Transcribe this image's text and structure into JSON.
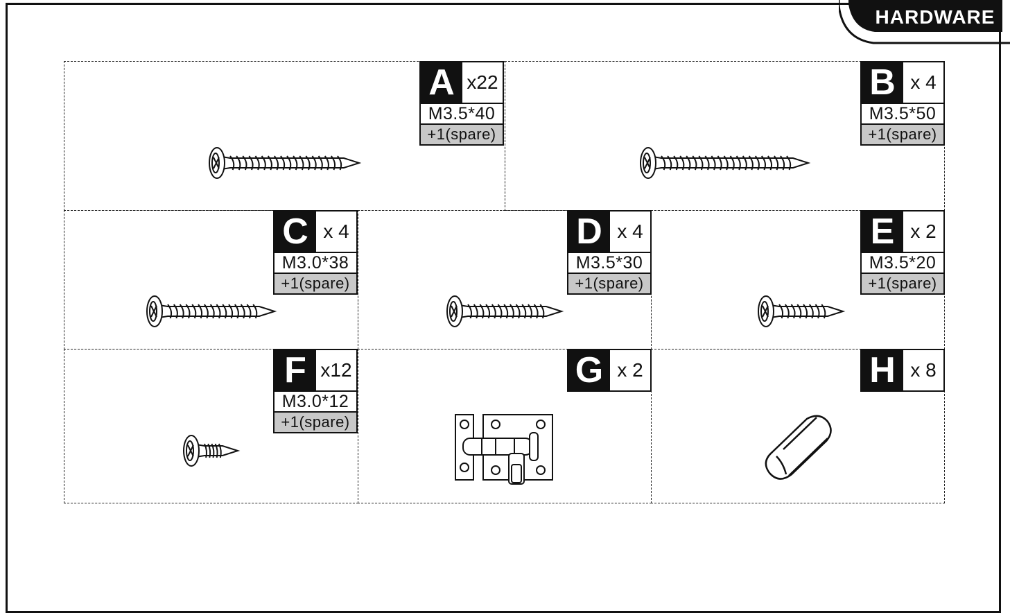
{
  "section_tab": "HARDWARE",
  "items": [
    {
      "letter": "A",
      "qty": "x22",
      "spec": "M3.5*40",
      "spare": "+1(spare)",
      "icon": "screw-icon"
    },
    {
      "letter": "B",
      "qty": "x 4",
      "spec": "M3.5*50",
      "spare": "+1(spare)",
      "icon": "screw-icon"
    },
    {
      "letter": "C",
      "qty": "x 4",
      "spec": "M3.0*38",
      "spare": "+1(spare)",
      "icon": "screw-icon"
    },
    {
      "letter": "D",
      "qty": "x 4",
      "spec": "M3.5*30",
      "spare": "+1(spare)",
      "icon": "screw-icon"
    },
    {
      "letter": "E",
      "qty": "x 2",
      "spec": "M3.5*20",
      "spare": "+1(spare)",
      "icon": "screw-icon"
    },
    {
      "letter": "F",
      "qty": "x12",
      "spec": "M3.0*12",
      "spare": "+1(spare)",
      "icon": "screw-icon"
    },
    {
      "letter": "G",
      "qty": "x 2",
      "icon": "barrel-bolt-latch-icon"
    },
    {
      "letter": "H",
      "qty": "x 8",
      "icon": "wooden-dowel-icon"
    }
  ]
}
